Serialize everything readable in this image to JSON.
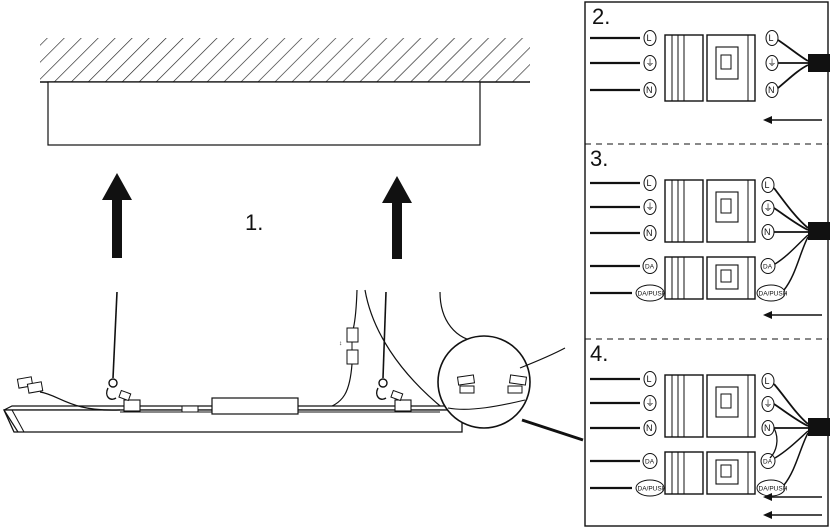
{
  "colors": {
    "ink": "#111111",
    "hatch": "#222222",
    "background": "#ffffff"
  },
  "steps": {
    "one": "1.",
    "two": "2.",
    "three": "3.",
    "four": "4."
  },
  "terminals": {
    "live": "L",
    "earth": "⏚",
    "neutral": "N",
    "dali": "DA",
    "push": "DA/PUSH"
  },
  "icons": [
    "arrow-up-icon",
    "arrow-left-icon",
    "hook-icon",
    "clip-icon",
    "connector-block-icon",
    "magnifier-circle"
  ]
}
